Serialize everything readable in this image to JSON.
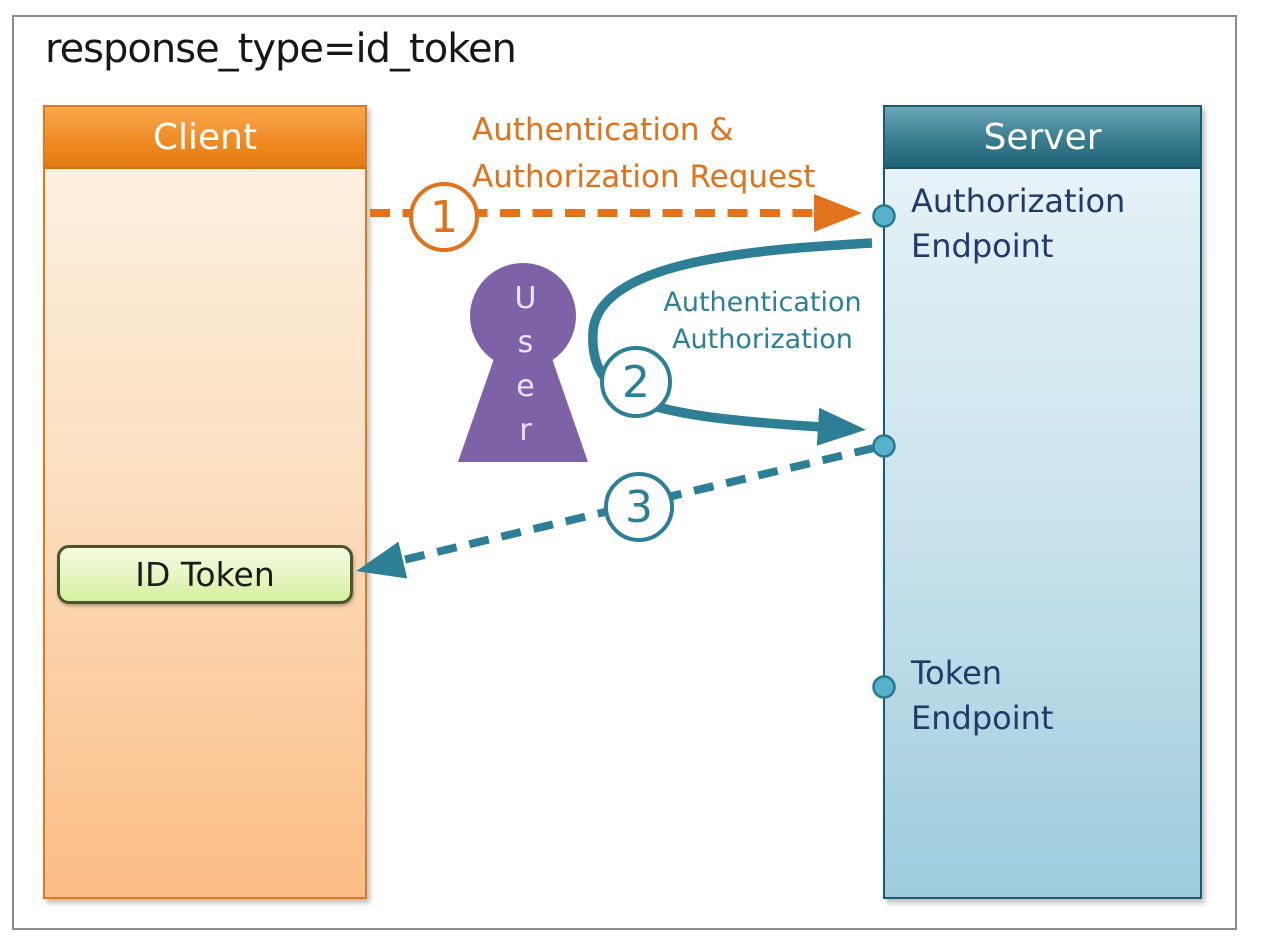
{
  "title": "response_type=id_token",
  "client": {
    "header": "Client",
    "id_token_label": "ID Token"
  },
  "server": {
    "header": "Server",
    "authorization_endpoint": "Authorization Endpoint",
    "token_endpoint": "Token Endpoint"
  },
  "user": {
    "label": "User"
  },
  "steps": [
    {
      "number": "1",
      "label_line1": "Authentication &",
      "label_line2": "Authorization Request",
      "style": "orange-dashed"
    },
    {
      "number": "2",
      "label_line1": "Authentication",
      "label_line2": "Authorization",
      "style": "teal-curved"
    },
    {
      "number": "3",
      "label_line1": "",
      "label_line2": "",
      "style": "teal-dashed"
    }
  ],
  "colors": {
    "orange_accent": "#e0731c",
    "teal_accent": "#2d7f96",
    "navy_text": "#203a69",
    "purple_user": "#7e62a8",
    "client_border": "#da7a22",
    "server_border": "#1c5b6e",
    "id_token_border": "#4e5429",
    "connector_dot_fill": "#58b1ca",
    "frame_border": "#8c8c8c"
  }
}
